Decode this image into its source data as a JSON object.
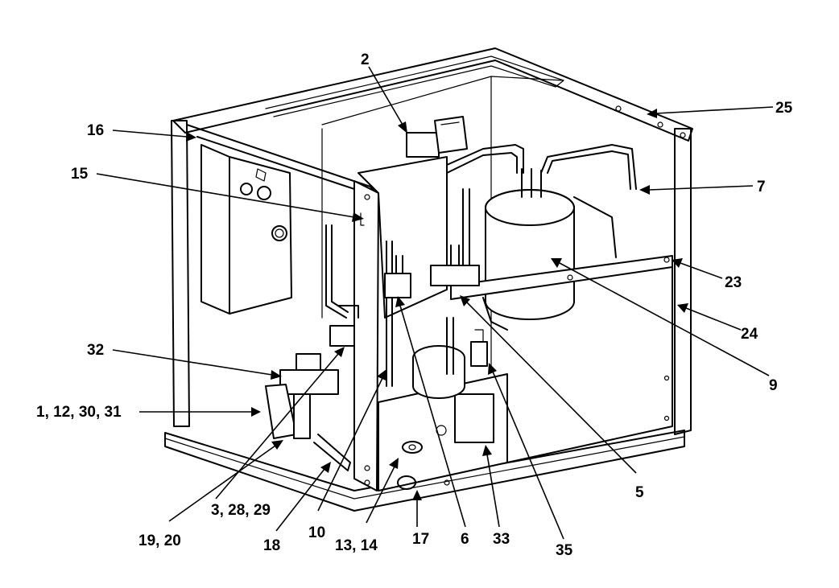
{
  "callouts": [
    {
      "id": "c2",
      "label": "2"
    },
    {
      "id": "c25",
      "label": "25"
    },
    {
      "id": "c16",
      "label": "16"
    },
    {
      "id": "c7",
      "label": "7"
    },
    {
      "id": "c15",
      "label": "15"
    },
    {
      "id": "c23",
      "label": "23"
    },
    {
      "id": "c24",
      "label": "24"
    },
    {
      "id": "c9",
      "label": "9"
    },
    {
      "id": "c32",
      "label": "32"
    },
    {
      "id": "c1",
      "label": "1, 12, 30, 31"
    },
    {
      "id": "c5",
      "label": "5"
    },
    {
      "id": "c19",
      "label": "19, 20"
    },
    {
      "id": "c3",
      "label": "3, 28, 29"
    },
    {
      "id": "c18",
      "label": "18"
    },
    {
      "id": "c10",
      "label": "10"
    },
    {
      "id": "c13",
      "label": "13, 14"
    },
    {
      "id": "c17",
      "label": "17"
    },
    {
      "id": "c6",
      "label": "6"
    },
    {
      "id": "c33",
      "label": "33"
    },
    {
      "id": "c35",
      "label": "35"
    }
  ]
}
